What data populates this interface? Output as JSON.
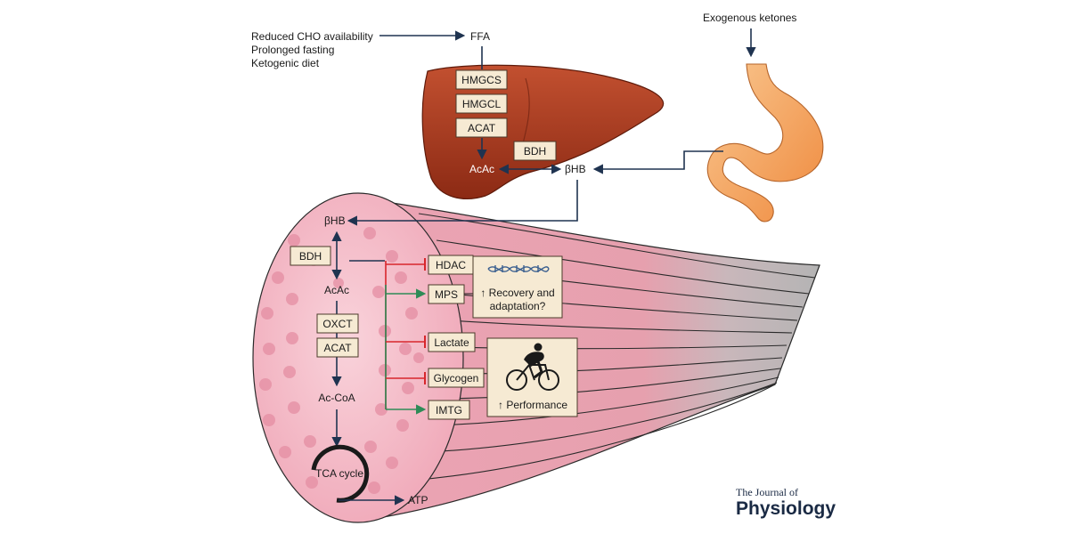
{
  "inputs": {
    "line1": "Reduced CHO availability",
    "line2": "Prolonged fasting",
    "line3": "Ketogenic diet"
  },
  "liver": {
    "ffa": "FFA",
    "enzymes": [
      "HMGCS",
      "HMGCL",
      "ACAT"
    ],
    "acac": "AcAc",
    "bdh": "BDH",
    "bhb": "βHB"
  },
  "gut": {
    "exogenous": "Exogenous ketones"
  },
  "muscle": {
    "bhb": "βHB",
    "bdh": "BDH",
    "acac": "AcAc",
    "oxct": "OXCT",
    "acat": "ACAT",
    "acoa": "Ac-CoA",
    "tca": "TCA cycle",
    "atp": "ATP",
    "targets": [
      "HDAC",
      "MPS",
      "Lactate",
      "Glycogen",
      "IMTG"
    ],
    "recovery_line1": "↑ Recovery and",
    "recovery_line2": "adaptation?",
    "performance": "↑ Performance"
  },
  "logo": {
    "line1": "The Journal of",
    "line2": "Physiology"
  },
  "colors": {
    "arrow": "#1f3350",
    "inhibit": "#d8262c",
    "activate": "#2e8b57",
    "liver": "#a83a20",
    "stomach": "#f29a55",
    "muscle": "#f2b5c2",
    "box": "#f6ead3"
  }
}
